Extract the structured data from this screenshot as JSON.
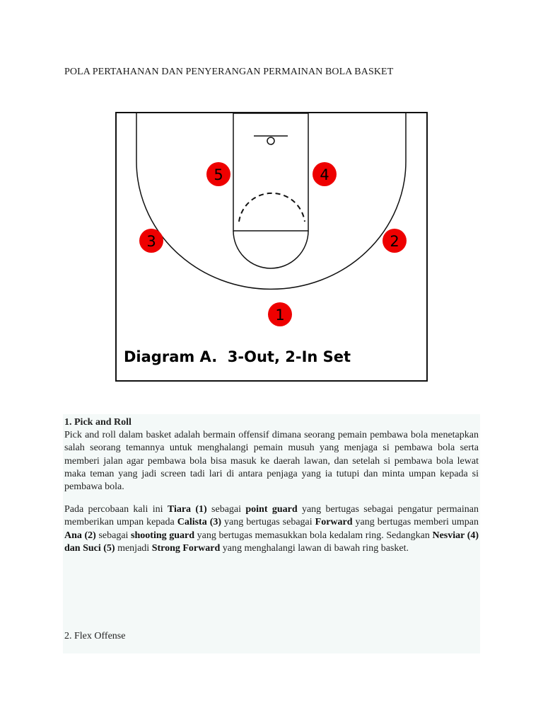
{
  "page": {
    "title": "POLA PERTAHANAN DAN PENYERANGAN PERMAINAN BOLA BASKET"
  },
  "diagram": {
    "caption": "Diagram A.  3-Out, 2-In Set",
    "player_color": "#ee0000",
    "players": [
      {
        "number": "1"
      },
      {
        "number": "2"
      },
      {
        "number": "3"
      },
      {
        "number": "4"
      },
      {
        "number": "5"
      }
    ]
  },
  "section1": {
    "heading": "1. Pick and Roll",
    "para1": "Pick and roll dalam basket adalah bermain offensif dimana seorang pemain  pembawa bola menetapkan salah seorang temannya untuk menghalangi pemain musuh yang menjaga si pembawa bola serta memberi jalan agar pembawa bola bisa masuk ke daerah lawan, dan setelah si pembawa bola lewat maka teman yang jadi screen tadi lari di antara penjaga yang ia tutupi dan minta umpan kepada si pembawa bola.",
    "para2": {
      "t1": "Pada percobaan kali ini ",
      "b1": "Tiara (1)",
      "t2": " sebagai ",
      "b2": "point guard",
      "t3": " yang bertugas sebagai pengatur permainan memberikan umpan kepada ",
      "b3": "Calista (3)",
      "t4": "  yang bertugas sebagai ",
      "b4": "Forward",
      "t5": " yang bertugas memberi umpan ",
      "b5": "Ana (2)",
      "t6": " sebagai ",
      "b6": "shooting guard",
      "t7": " yang bertugas memasukkan bola kedalam ring. Sedangkan ",
      "b7": "Nesviar (4) dan Suci (5)",
      "t8": " menjadi ",
      "b8": "Strong Forward",
      "t9": " yang menghalangi lawan di bawah ring basket."
    }
  },
  "section2": {
    "heading": "2.  Flex Offense"
  },
  "colors": {
    "block_background": "#f4f9f8",
    "player": "#ee0000"
  }
}
